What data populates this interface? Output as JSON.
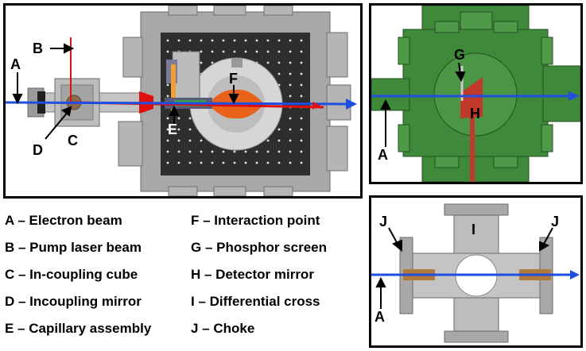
{
  "panel_left": {
    "labels": {
      "a": "A",
      "b": "B",
      "c": "C",
      "d": "D",
      "e": "E",
      "f": "F"
    }
  },
  "panel_top_right": {
    "labels": {
      "g": "G",
      "h": "H",
      "a": "A"
    }
  },
  "panel_bottom_right": {
    "labels": {
      "i": "I",
      "j_left": "J",
      "j_right": "J",
      "a": "A"
    }
  },
  "legend": {
    "items": [
      "A – Electron beam",
      "B – Pump laser beam",
      "C – In-coupling cube",
      "D – Incoupling mirror",
      "E – Capillary assembly",
      "F – Interaction point",
      "G – Phosphor screen",
      "H – Detector mirror",
      "I – Differential cross",
      "J – Choke"
    ]
  },
  "colors": {
    "electron_beam": "#1f4fe0",
    "laser_beam": "#e01010",
    "chamber_green": "#3f8a3a",
    "chamber_grey": "#9a9a9a",
    "interaction_orange": "#e8621a",
    "choke_brown": "#b07a3a"
  }
}
